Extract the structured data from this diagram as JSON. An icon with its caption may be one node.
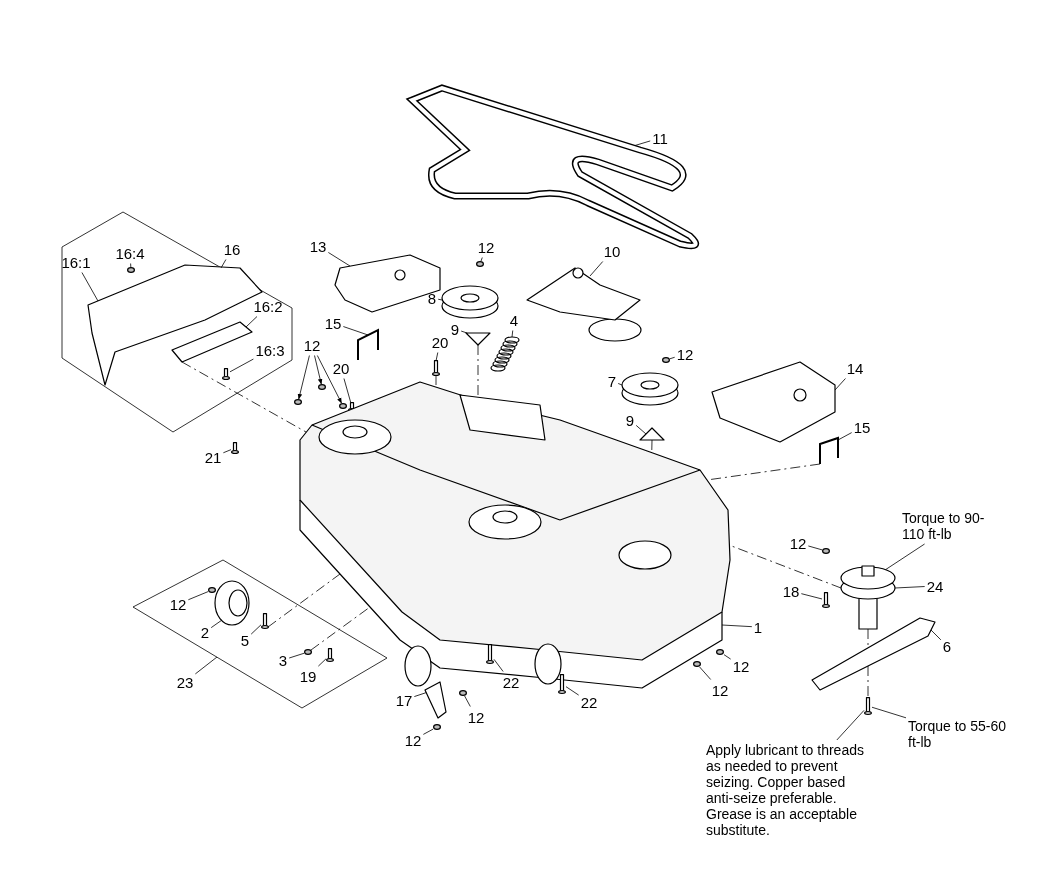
{
  "diagram": {
    "nodes": [
      {
        "text": [
          "11"
        ]
      },
      {
        "text": [],
        "shape": "box"
      },
      {
        "text": [
          "16"
        ]
      },
      {
        "text": [
          "16:4"
        ],
        "in": 1
      },
      {
        "text": [
          "16:1"
        ],
        "in": 1
      },
      {
        "text": [
          "16:2"
        ],
        "in": 1
      },
      {
        "text": [
          "16:3"
        ],
        "in": 1
      },
      {
        "text": [
          "13"
        ]
      },
      {
        "text": [
          "12"
        ]
      },
      {
        "text": [
          "10"
        ]
      },
      {
        "text": [
          "8"
        ]
      },
      {
        "text": [
          "15"
        ]
      },
      {
        "text": [
          "9"
        ]
      },
      {
        "text": [
          "4"
        ]
      },
      {
        "text": [
          "12"
        ]
      },
      {
        "text": [
          "20"
        ]
      },
      {
        "text": [
          "12"
        ]
      },
      {
        "text": [
          "20"
        ]
      },
      {
        "text": [
          "7"
        ]
      },
      {
        "text": [
          "14"
        ]
      },
      {
        "text": [
          "9"
        ]
      },
      {
        "text": [
          "15"
        ]
      },
      {
        "text": [
          "21"
        ]
      },
      {
        "text": [
          "Torque to 90-110 ft-lb"
        ]
      },
      {
        "text": [
          "12"
        ]
      },
      {
        "text": [
          "24"
        ]
      },
      {
        "text": [],
        "shape": "box"
      },
      {
        "text": [
          "12"
        ],
        "in": 26
      },
      {
        "text": [
          "2"
        ],
        "in": 26
      },
      {
        "text": [
          "5"
        ],
        "in": 26
      },
      {
        "text": [
          "3"
        ],
        "in": 26
      },
      {
        "text": [
          "19"
        ],
        "in": 26
      },
      {
        "text": [
          "23"
        ]
      },
      {
        "text": [
          "18"
        ]
      },
      {
        "text": [
          "1"
        ]
      },
      {
        "text": [
          "6"
        ]
      },
      {
        "text": [
          "12"
        ]
      },
      {
        "text": [
          "12"
        ]
      },
      {
        "text": [
          "22"
        ]
      },
      {
        "text": [
          "22"
        ]
      },
      {
        "text": [
          "17"
        ]
      },
      {
        "text": [
          "12"
        ]
      },
      {
        "text": [
          "12"
        ]
      },
      {
        "text": [
          "Torque to 55-60 ft-lb"
        ]
      },
      {
        "text": [
          "Apply lubricant to threads as needed to prevent seizing. Copper based anti-seize preferable. Grease is an acceptable substitute."
        ]
      },
      {
        "text": [],
        "shape": "picture"
      },
      {
        "text": [],
        "shape": "circle",
        "in": 1
      },
      {
        "text": [],
        "shape": "picture",
        "in": 1
      },
      {
        "text": [],
        "shape": "picture",
        "in": 1
      },
      {
        "text": [],
        "shape": "picture",
        "in": 1
      },
      {
        "text": [],
        "shape": "picture"
      },
      {
        "text": [],
        "shape": "circle"
      },
      {
        "text": [],
        "shape": "picture"
      },
      {
        "text": [],
        "shape": "picture"
      },
      {
        "text": [],
        "shape": "picture"
      },
      {
        "text": [],
        "shape": "picture"
      },
      {
        "text": [],
        "shape": "picture"
      },
      {
        "text": [],
        "shape": "circle"
      },
      {
        "text": [],
        "shape": "circle"
      },
      {
        "text": [],
        "shape": "circle"
      },
      {
        "text": [],
        "shape": "picture"
      },
      {
        "text": [],
        "shape": "circle"
      },
      {
        "text": [],
        "shape": "picture"
      },
      {
        "text": [],
        "shape": "picture"
      },
      {
        "text": [],
        "shape": "picture"
      },
      {
        "text": [],
        "shape": "picture"
      },
      {
        "text": [],
        "shape": "picture"
      },
      {
        "text": [],
        "shape": "picture"
      },
      {
        "text": [],
        "shape": "picture"
      },
      {
        "text": [],
        "shape": "circle"
      },
      {
        "text": [],
        "shape": "circle",
        "in": 26
      },
      {
        "text": [],
        "shape": "picture",
        "in": 26
      },
      {
        "text": [],
        "shape": "picture",
        "in": 26
      },
      {
        "text": [],
        "shape": "circle",
        "in": 26
      },
      {
        "text": [],
        "shape": "picture",
        "in": 26
      },
      {
        "text": [],
        "shape": "picture"
      },
      {
        "text": [],
        "shape": "picture"
      },
      {
        "text": [],
        "shape": "picture"
      },
      {
        "text": [],
        "shape": "circle"
      },
      {
        "text": [],
        "shape": "circle"
      },
      {
        "text": [],
        "shape": "picture"
      },
      {
        "text": [],
        "shape": "picture"
      },
      {
        "text": [],
        "shape": "picture"
      },
      {
        "text": [],
        "shape": "circle"
      },
      {
        "text": [],
        "shape": "circle"
      },
      {
        "text": [],
        "shape": "picture"
      }
    ],
    "edges": [
      {
        "from": 0,
        "to": 45,
        "arrow": "none"
      },
      {
        "from": 2,
        "to": 1,
        "arrow": "none"
      },
      {
        "from": 3,
        "to": 46,
        "arrow": "none"
      },
      {
        "from": 4,
        "to": 47,
        "arrow": "none"
      },
      {
        "from": 5,
        "to": 48,
        "arrow": "none"
      },
      {
        "from": 6,
        "to": 49,
        "arrow": "none"
      },
      {
        "from": 7,
        "to": 50,
        "arrow": "none"
      },
      {
        "from": 8,
        "to": 51,
        "arrow": "none"
      },
      {
        "from": 9,
        "to": 52,
        "arrow": "none"
      },
      {
        "from": 10,
        "to": 53,
        "arrow": "none"
      },
      {
        "from": 11,
        "to": 54,
        "arrow": "none"
      },
      {
        "from": 12,
        "to": 55,
        "arrow": "none"
      },
      {
        "from": 13,
        "to": 56,
        "arrow": "none"
      },
      {
        "from": 14,
        "to": 57,
        "arrow": "to"
      },
      {
        "from": 14,
        "to": 58,
        "arrow": "to"
      },
      {
        "from": 14,
        "to": 59,
        "arrow": "to"
      },
      {
        "from": 15,
        "to": 60,
        "arrow": "none"
      },
      {
        "from": 16,
        "to": 61,
        "arrow": "none"
      },
      {
        "from": 17,
        "to": 62,
        "arrow": "none"
      },
      {
        "from": 18,
        "to": 63,
        "arrow": "none"
      },
      {
        "from": 19,
        "to": 64,
        "arrow": "none"
      },
      {
        "from": 20,
        "to": 65,
        "arrow": "none"
      },
      {
        "from": 21,
        "to": 66,
        "arrow": "none"
      },
      {
        "from": 22,
        "to": 67,
        "arrow": "none"
      },
      {
        "from": 23,
        "to": 68,
        "arrow": "none"
      },
      {
        "from": 24,
        "to": 69,
        "arrow": "none"
      },
      {
        "from": 25,
        "to": 68,
        "arrow": "none"
      },
      {
        "from": 27,
        "to": 70,
        "arrow": "none"
      },
      {
        "from": 28,
        "to": 71,
        "arrow": "none"
      },
      {
        "from": 29,
        "to": 72,
        "arrow": "none"
      },
      {
        "from": 30,
        "to": 73,
        "arrow": "none"
      },
      {
        "from": 31,
        "to": 74,
        "arrow": "none"
      },
      {
        "from": 32,
        "to": 26,
        "arrow": "none"
      },
      {
        "from": 33,
        "to": 75,
        "arrow": "none"
      },
      {
        "from": 34,
        "to": 76,
        "arrow": "none"
      },
      {
        "from": 35,
        "to": 77,
        "arrow": "none"
      },
      {
        "from": 36,
        "to": 78,
        "arrow": "none"
      },
      {
        "from": 37,
        "to": 79,
        "arrow": "none"
      },
      {
        "from": 38,
        "to": 80,
        "arrow": "none"
      },
      {
        "from": 39,
        "to": 81,
        "arrow": "none"
      },
      {
        "from": 40,
        "to": 82,
        "arrow": "none"
      },
      {
        "from": 41,
        "to": 83,
        "arrow": "none"
      },
      {
        "from": 42,
        "to": 84,
        "arrow": "none"
      },
      {
        "from": 43,
        "to": 85,
        "arrow": "none"
      },
      {
        "from": 44,
        "to": 85,
        "arrow": "none"
      },
      {
        "from": 55,
        "to": 76,
        "arrow": "none",
        "style": "dashed"
      },
      {
        "from": 60,
        "to": 76,
        "arrow": "none",
        "style": "dashed"
      },
      {
        "from": 65,
        "to": 76,
        "arrow": "none",
        "style": "dashed"
      },
      {
        "from": 72,
        "to": 76,
        "arrow": "none",
        "style": "dashed"
      },
      {
        "from": 73,
        "to": 76,
        "arrow": "none",
        "style": "dashed"
      },
      {
        "from": 68,
        "to": 77,
        "arrow": "none",
        "style": "dashed"
      },
      {
        "from": 48,
        "to": 76,
        "arrow": "none",
        "style": "dashed"
      },
      {
        "from": 66,
        "to": 76,
        "arrow": "none",
        "style": "dashed"
      },
      {
        "from": 68,
        "to": 76,
        "arrow": "none",
        "style": "dashed"
      },
      {
        "from": 77,
        "to": 85,
        "arrow": "none",
        "style": "dashed"
      }
    ]
  }
}
